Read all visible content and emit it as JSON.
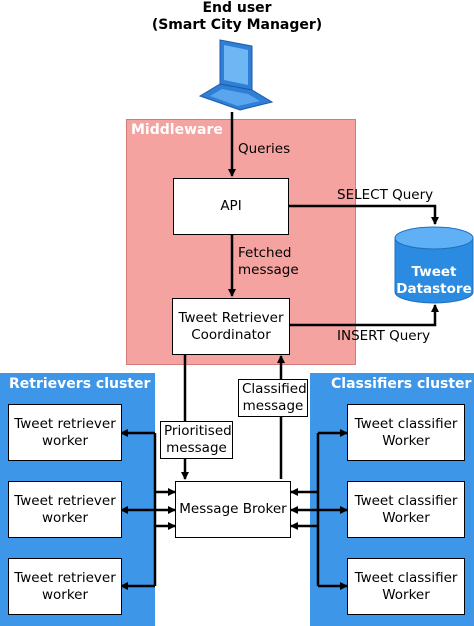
{
  "end_user": {
    "line1": "End user",
    "line2": "(Smart City Manager)"
  },
  "middleware": {
    "title": "Middleware"
  },
  "retrievers_cluster": {
    "title": "Retrievers cluster",
    "workers": [
      {
        "line1": "Tweet retriever",
        "line2": "worker"
      },
      {
        "line1": "Tweet retriever",
        "line2": "worker"
      },
      {
        "line1": "Tweet retriever",
        "line2": "worker"
      }
    ]
  },
  "classifiers_cluster": {
    "title": "Classifiers cluster",
    "workers": [
      {
        "line1": "Tweet classifier",
        "line2": "Worker"
      },
      {
        "line1": "Tweet classifier",
        "line2": "Worker"
      },
      {
        "line1": "Tweet classifier",
        "line2": "Worker"
      }
    ]
  },
  "nodes": {
    "api": "API",
    "coordinator": {
      "line1": "Tweet Retriever",
      "line2": "Coordinator"
    },
    "broker": "Message Broker",
    "datastore": {
      "line1": "Tweet",
      "line2": "Datastore"
    }
  },
  "edge_labels": {
    "queries": "Queries",
    "fetched": {
      "line1": "Fetched",
      "line2": "message"
    },
    "select": "SELECT Query",
    "insert": "INSERT Query",
    "prioritised": {
      "line1": "Prioritised",
      "line2": "message"
    },
    "classified": {
      "line1": "Classified",
      "line2": "message"
    }
  },
  "colors": {
    "middleware_fill": "#f4a3a0",
    "cluster_fill": "#3d96e8",
    "datastore_fill": "#2a8be0",
    "laptop": "#2f7fd6"
  }
}
